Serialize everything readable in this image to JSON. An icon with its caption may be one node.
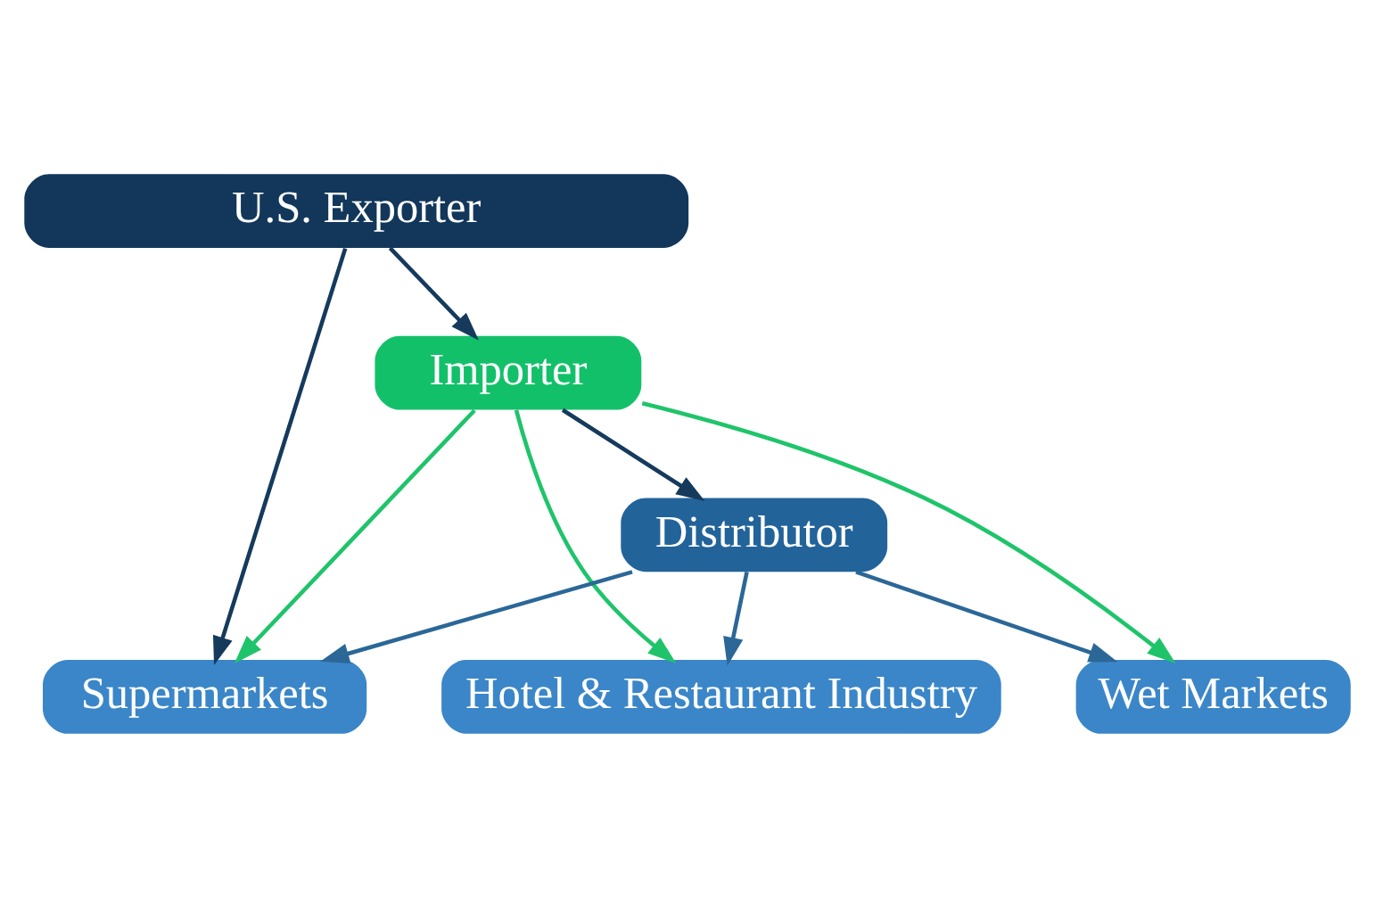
{
  "diagram": {
    "nodes": [
      {
        "text": [
          "U.S. Exporter"
        ]
      },
      {
        "text": [
          "Importer"
        ]
      },
      {
        "text": [
          "Distributor"
        ]
      },
      {
        "text": [
          "Supermarkets"
        ]
      },
      {
        "text": [
          "Hotel & Restaurant Industry"
        ]
      },
      {
        "text": [
          "Wet Markets"
        ]
      }
    ],
    "edges": [
      {
        "from": 0,
        "to": 1,
        "arrow": "to",
        "color": "#153a5c"
      },
      {
        "from": 0,
        "to": 3,
        "arrow": "to",
        "color": "#153a5c"
      },
      {
        "from": 1,
        "to": 2,
        "arrow": "to",
        "color": "#153a5c"
      },
      {
        "from": 1,
        "to": 3,
        "arrow": "to",
        "color": "#1fc46a"
      },
      {
        "from": 1,
        "to": 4,
        "arrow": "to",
        "color": "#1fc46a"
      },
      {
        "from": 1,
        "to": 5,
        "arrow": "to",
        "color": "#1fc46a"
      },
      {
        "from": 2,
        "to": 3,
        "arrow": "to",
        "color": "#2b6797"
      },
      {
        "from": 2,
        "to": 4,
        "arrow": "to",
        "color": "#2b6797"
      },
      {
        "from": 2,
        "to": 5,
        "arrow": "to",
        "color": "#2b6797"
      }
    ]
  }
}
